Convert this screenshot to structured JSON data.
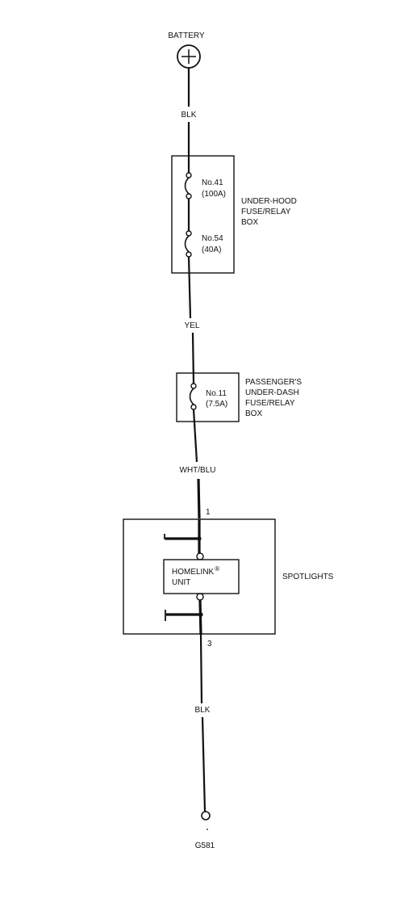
{
  "battery": {
    "label": "BATTERY"
  },
  "wires": {
    "w1": "BLK",
    "w2": "YEL",
    "w3": "WHT/BLU",
    "w4": "BLK"
  },
  "underhood_box": {
    "label_lines": [
      "UNDER-HOOD",
      "FUSE/RELAY",
      "BOX"
    ],
    "fuse1": {
      "name": "No.41",
      "rating": "(100A)"
    },
    "fuse2": {
      "name": "No.54",
      "rating": "(40A)"
    }
  },
  "passenger_box": {
    "label_lines": [
      "PASSENGER'S",
      "UNDER-DASH",
      "FUSE/RELAY",
      "BOX"
    ],
    "fuse": {
      "name": "No.11",
      "rating": "(7.5A)"
    }
  },
  "spotlights": {
    "label": "SPOTLIGHTS",
    "unit_lines": [
      "HOMELINK",
      "UNIT"
    ],
    "registered_mark": "®",
    "pin_top": "1",
    "pin_bottom": "3"
  },
  "ground": {
    "label": "G581"
  }
}
